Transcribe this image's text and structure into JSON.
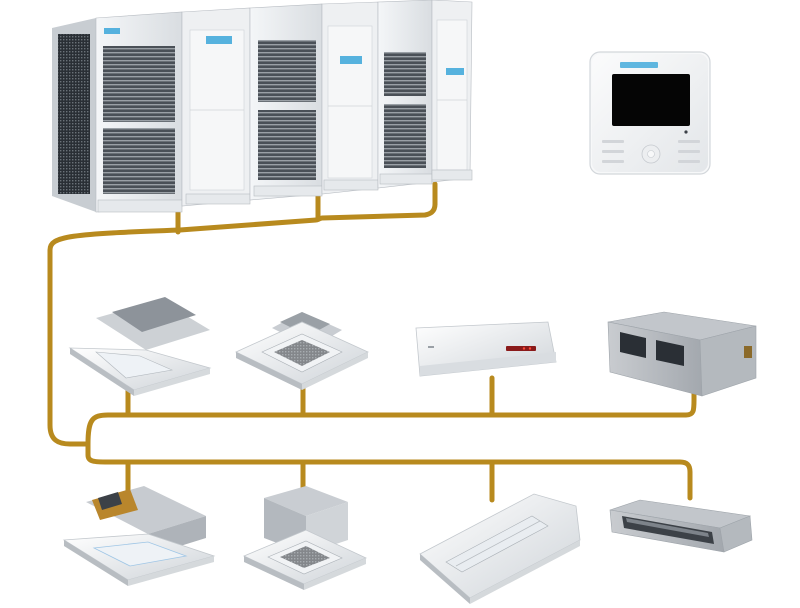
{
  "diagram": {
    "colors": {
      "pipe": "#b88a1e",
      "pipe_shadow": "#8f6a12",
      "unit_body": "#e9ecef",
      "unit_shadow": "#b7bcc2",
      "fan_dark": "#3c4147",
      "coil_blue": "#1d3f73",
      "controller_screen": "#050505",
      "brand_blue": "#3aa6d9"
    },
    "outdoor_units": {
      "count": 6,
      "brand_label": "",
      "icon": "vrf-outdoor-unit-icon"
    },
    "controller": {
      "brand_label": "",
      "icon": "wired-controller-icon"
    },
    "indoor_units_row1": [
      {
        "type": "one-way-cassette",
        "icon": "one-way-cassette-icon"
      },
      {
        "type": "four-way-cassette",
        "icon": "four-way-cassette-icon"
      },
      {
        "type": "wall-mounted",
        "icon": "wall-mounted-split-icon"
      },
      {
        "type": "high-static-duct",
        "icon": "high-static-duct-icon"
      }
    ],
    "indoor_units_row2": [
      {
        "type": "two-way-cassette",
        "icon": "two-way-cassette-icon"
      },
      {
        "type": "compact-four-way-cassette",
        "icon": "compact-cassette-icon"
      },
      {
        "type": "ceiling-floor",
        "icon": "ceiling-floor-unit-icon"
      },
      {
        "type": "slim-duct",
        "icon": "slim-duct-icon"
      }
    ]
  }
}
